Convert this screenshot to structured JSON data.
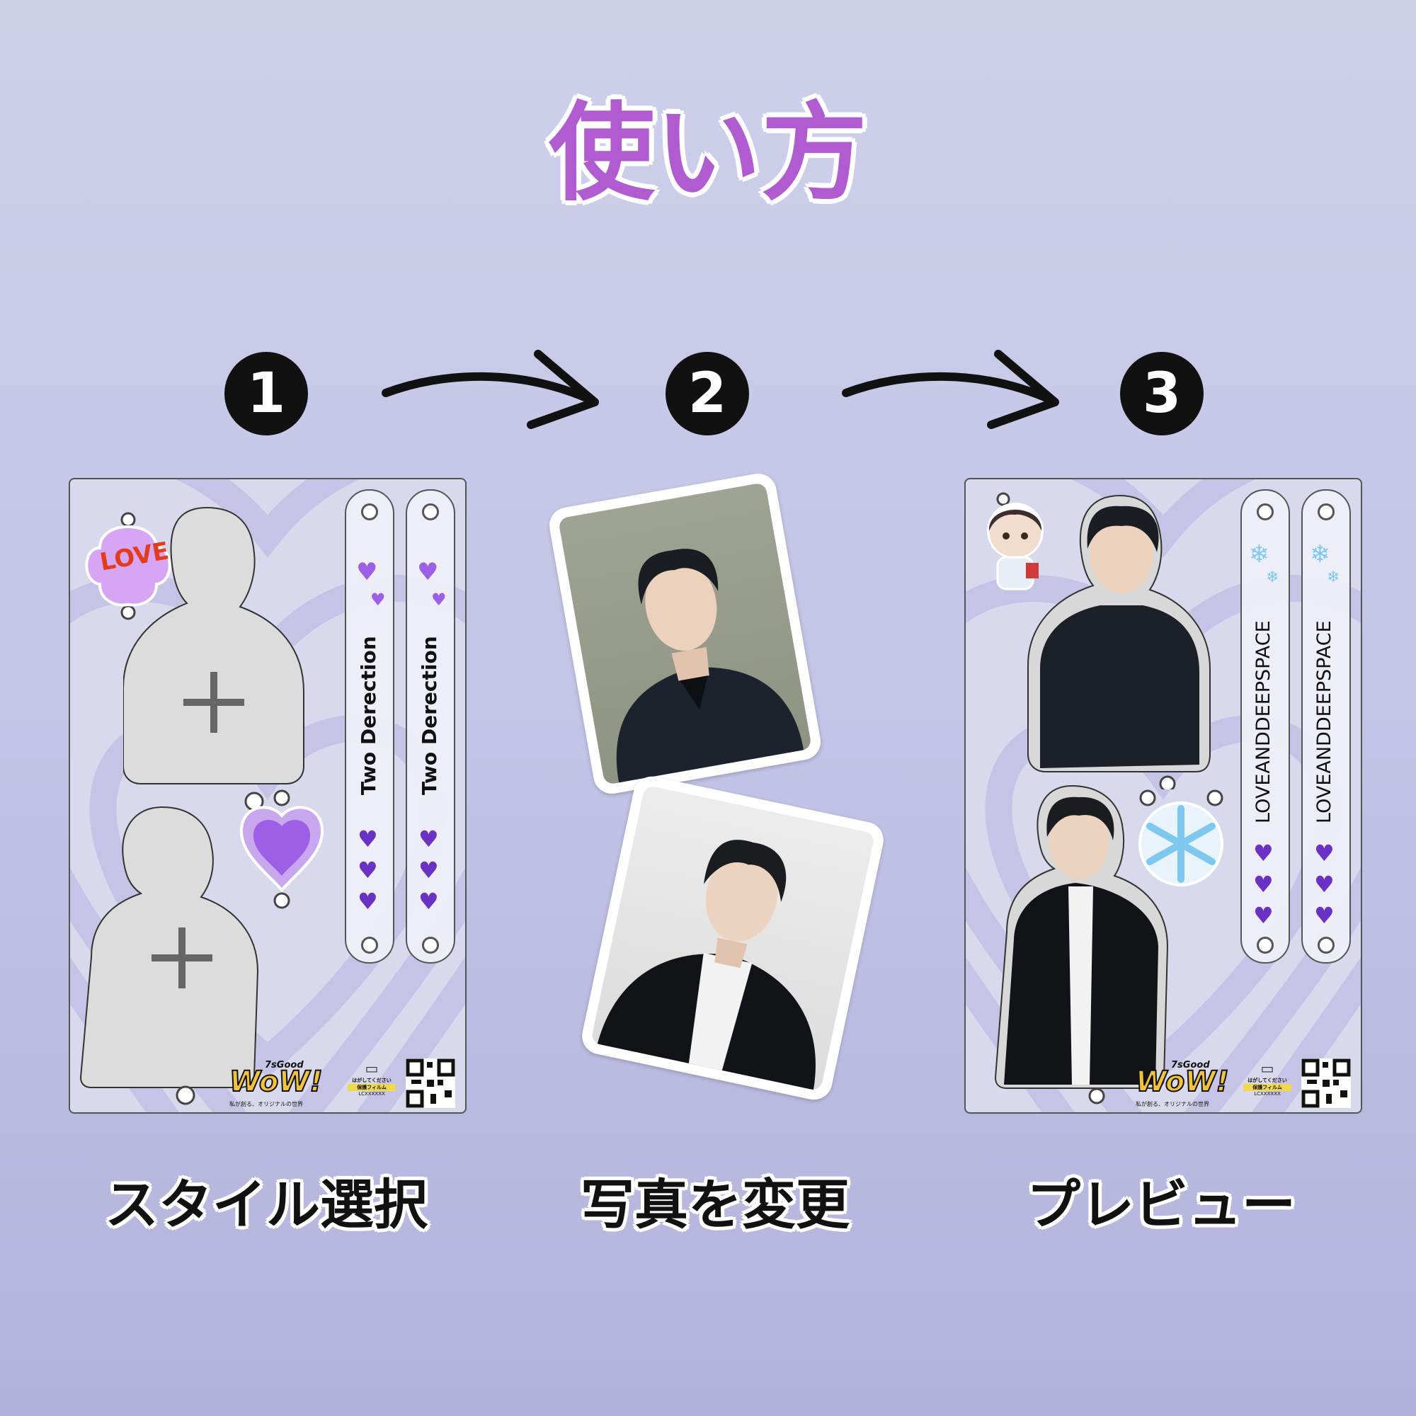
{
  "title": "使い方",
  "steps": [
    {
      "number": "1",
      "caption": "スタイル選択"
    },
    {
      "number": "2",
      "caption": "写真を変更"
    },
    {
      "number": "3",
      "caption": "プレビュー"
    }
  ],
  "sheet1": {
    "strip_text": "Two Derection",
    "sticker_text": "LOVE",
    "brand_top": "7sGood",
    "brand_main": "WoW!",
    "brand_sub": "私が創る、オリジナルの世界",
    "film_line1": "はがしてください",
    "film_line2": "保護フィルム",
    "film_code": "LCXXXXXX"
  },
  "sheet3": {
    "strip_text": "LOVEANDDEEPSPACE",
    "brand_top": "7sGood",
    "brand_main": "WoW!",
    "brand_sub": "私が創る、オリジナルの世界",
    "film_line1": "はがしてください",
    "film_line2": "保護フィルム",
    "film_code": "LCXXXXXX"
  },
  "colors": {
    "title": "#b05cd0",
    "heart_purple": "#8a4fd6",
    "sheet_bg": "#d9d9ee",
    "snow_blue": "#7ec8f0"
  },
  "icons": [
    "plus-icon",
    "heart-icon",
    "snowflake-icon",
    "qr-code-icon",
    "arrow-icon"
  ]
}
